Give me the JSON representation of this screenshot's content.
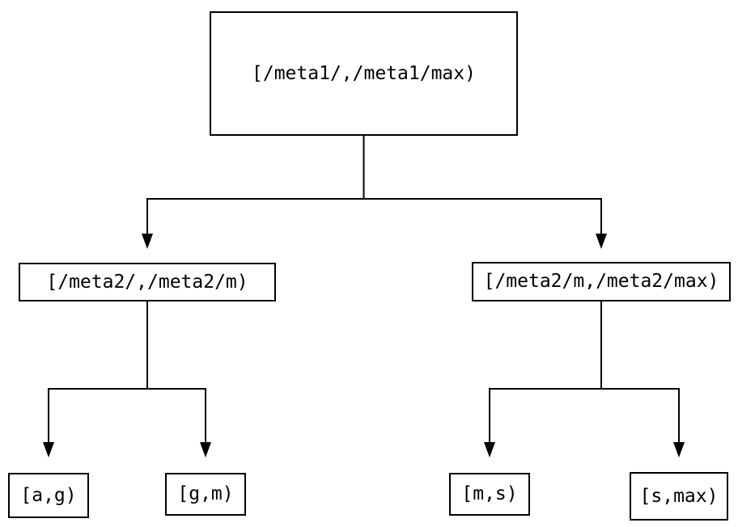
{
  "diagram": {
    "description": "Two-level key-range split tree of meta regions",
    "nodes": [
      {
        "id": "root",
        "label": "[/meta1/,/meta1/max)"
      },
      {
        "id": "meta2-left",
        "label": "[/meta2/,/meta2/m)"
      },
      {
        "id": "meta2-right",
        "label": "[/meta2/m,/meta2/max)"
      },
      {
        "id": "leaf-ag",
        "label": "[a,g)"
      },
      {
        "id": "leaf-gm",
        "label": "[g,m)"
      },
      {
        "id": "leaf-ms",
        "label": "[m,s)"
      },
      {
        "id": "leaf-smax",
        "label": "[s,max)"
      }
    ],
    "edges": [
      {
        "from": "root",
        "to": "meta2-left"
      },
      {
        "from": "root",
        "to": "meta2-right"
      },
      {
        "from": "meta2-left",
        "to": "leaf-ag"
      },
      {
        "from": "meta2-left",
        "to": "leaf-gm"
      },
      {
        "from": "meta2-right",
        "to": "leaf-ms"
      },
      {
        "from": "meta2-right",
        "to": "leaf-smax"
      }
    ],
    "colors": {
      "background": "#ffffff",
      "line": "#000000",
      "box_border": "#000000",
      "text": "#000000"
    }
  }
}
